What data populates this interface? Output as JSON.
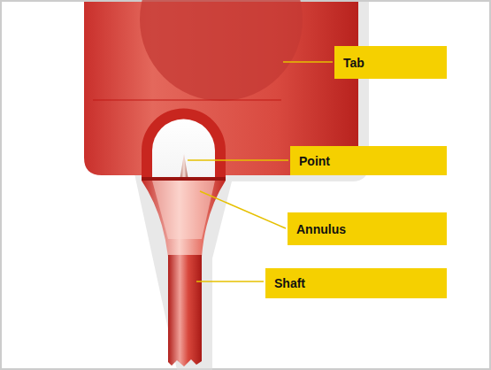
{
  "diagram": {
    "nodes": [
      {
        "text": [
          "Tab"
        ]
      },
      {
        "text": [
          "Point"
        ]
      },
      {
        "text": [
          "Annulus"
        ]
      },
      {
        "text": [
          "Shaft"
        ]
      }
    ]
  }
}
